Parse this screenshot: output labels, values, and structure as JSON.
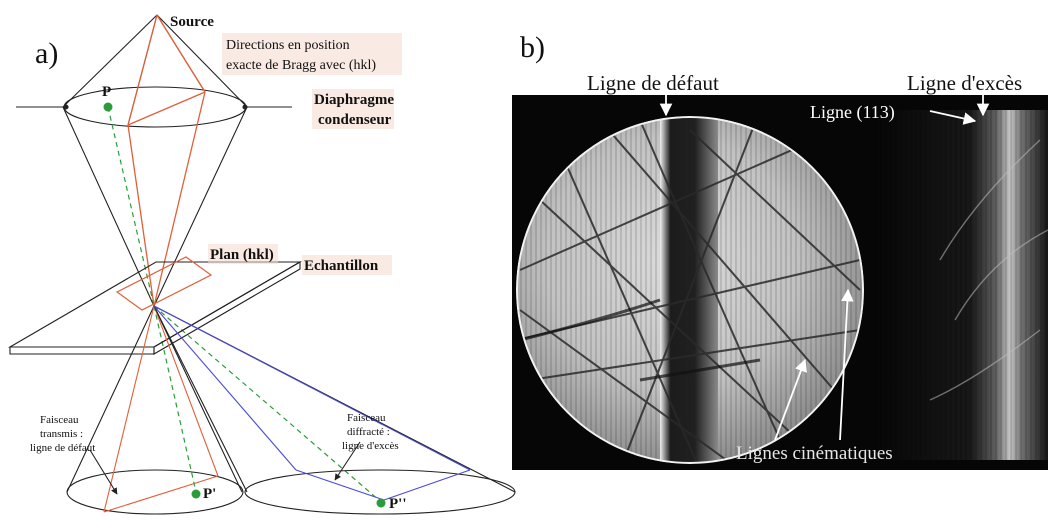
{
  "panel_a": {
    "label": "a)",
    "source": "Source",
    "bragg_line1": "Directions en position",
    "bragg_line2": "exacte de Bragg avec (hkl)",
    "point_p": "P",
    "diaphragm_line1": "Diaphragme",
    "diaphragm_line2": "condenseur",
    "plane": "Plan (hkl)",
    "sample": "Echantillon",
    "transmitted_line1": "Faisceau",
    "transmitted_line2": "transmis :",
    "transmitted_line3": "ligne de défaut",
    "diffracted_line1": "Faisceau",
    "diffracted_line2": "diffracté :",
    "diffracted_line3": "ligne d'excès",
    "point_p1": "P'",
    "point_p2": "P''"
  },
  "panel_b": {
    "label": "b)",
    "defect_line": "Ligne de défaut",
    "excess_line": "Ligne d'excès",
    "line_113": "Ligne (113)",
    "kinematic_lines": "Lignes cinématiques"
  },
  "colors": {
    "orange": "#e0603a",
    "blue": "#4a4ad8",
    "green": "#2a9d3a",
    "dark": "#222222",
    "highlight": "#f4d8cc"
  }
}
